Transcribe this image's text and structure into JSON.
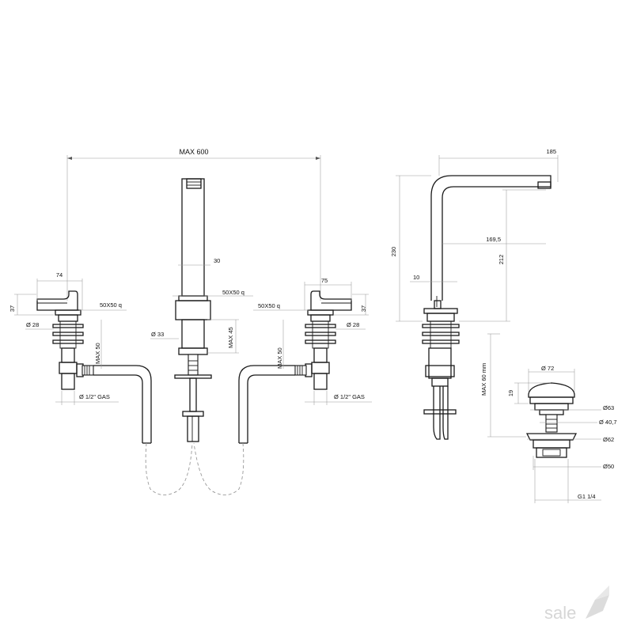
{
  "drawing": {
    "front_view": {
      "overall_width_label": "MAX 600",
      "left_handle_width": "74",
      "right_handle_width": "75",
      "handle_height_left": "37",
      "handle_height_right": "37",
      "left_flange_label": "50X50  q",
      "right_flange_label": "50X50  q",
      "spout_flange_label": "50X50  q",
      "spout_width": "30",
      "left_body_diameter": "Ø  28",
      "right_body_diameter": "Ø  28",
      "spout_diameter": "Ø  33",
      "spout_max_thickness": "MAX 45",
      "left_max_thickness": "MAX 50",
      "right_max_thickness": "MAX 50",
      "left_connection": "Ø  1/2\" GAS",
      "right_connection": "Ø  1/2\" GAS"
    },
    "side_view": {
      "spout_reach": "185",
      "total_height": "230",
      "outlet_height": "212",
      "inner_reach": "169,5",
      "spout_thickness": "10"
    },
    "waste_view": {
      "max_thickness": "MAX 60 mm",
      "cap_diameter": "Ø 72",
      "cap_height": "19",
      "d63": "Ø63",
      "d40": "Ø 40,7",
      "d62": "Ø62",
      "d50": "Ø50",
      "thread": "G1 1/4"
    }
  },
  "brand": {
    "logo_text": "sale"
  }
}
